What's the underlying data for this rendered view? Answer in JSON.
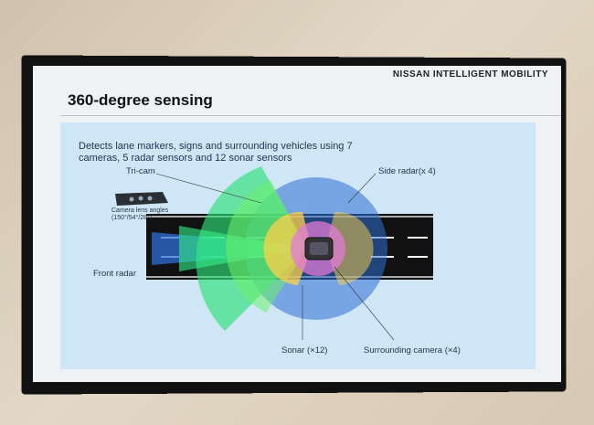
{
  "slide": {
    "brand": "NISSAN INTELLIGENT MOBILITY",
    "title": "360-degree sensing",
    "description": "Detects lane markers, signs and surrounding vehicles using 7 cameras, 5 radar sensors and 12 sonar sensors"
  },
  "labels": {
    "tri_cam": "Tri-cam",
    "camera_lens_angles": "Camera lens angles (150°/54°/28°)",
    "side_radar": "Side radar(x 4)",
    "front_radar": "Front radar",
    "sonar": "Sonar (×12)",
    "surrounding_camera": "Surrounding camera (×4)"
  },
  "colors": {
    "camera_field": "#2fe07a",
    "radar_field": "#2f6fd6",
    "sonar_field": "#ffd24a",
    "surround_camera_field": "#e07ad6",
    "road": "#111111",
    "panel": "#cfe6f6"
  }
}
